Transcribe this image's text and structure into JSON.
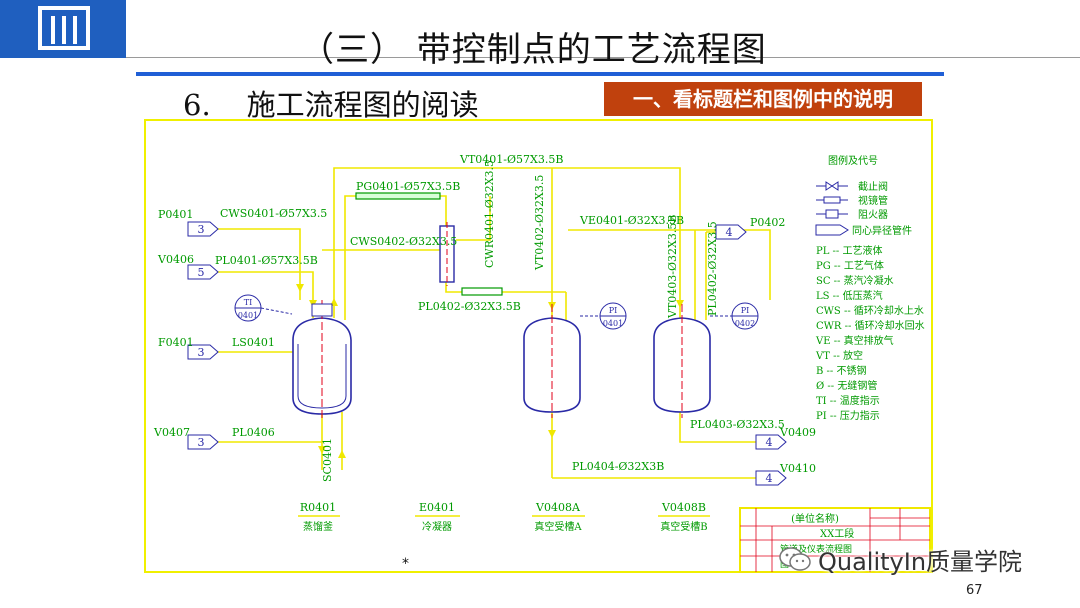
{
  "header": {
    "title": "（三） 带控制点的工艺流程图",
    "section_number": "6.",
    "section_title": "施工流程图的阅读",
    "badge": "一、看标题栏和图例中的说明"
  },
  "diagram": {
    "pipes": {
      "vt0401": "VT0401-Ø57X3.5B",
      "pg0401": "PG0401-Ø57X3.5B",
      "cws0401": "CWS0401-Ø57X3.5",
      "pl0401": "PL0401-Ø57X3.5B",
      "cws0402": "CWS0402-Ø32X3.5",
      "cwr0401": "CWR0401-Ø32X3.5",
      "vt0402": "VT0402-Ø32X3.5",
      "ve0401": "VE0401-Ø32X3.5B",
      "vt0403": "VT0403-Ø32X3.5B",
      "pl0402a": "PL0402-Ø32X3.5",
      "pl0402": "PL0402-Ø32X3.5B",
      "ls0401": "LS0401",
      "pl0406": "PL0406",
      "sc0401": "SC0401",
      "pl0403": "PL0403-Ø32X3.5",
      "pl0404": "PL0404-Ø32X3B"
    },
    "streams": {
      "p0401": "P0401",
      "v0406": "V0406",
      "f0401": "F0401",
      "v0407": "V0407",
      "p0402": "P0402",
      "v0409": "V0409",
      "v0410": "V0410"
    },
    "sheet_refs": [
      "3",
      "5",
      "3",
      "3",
      "4",
      "4",
      "4"
    ],
    "instruments": [
      {
        "top": "TI",
        "bottom": "0401"
      },
      {
        "top": "PI",
        "bottom": "0401"
      },
      {
        "top": "PI",
        "bottom": "0402"
      }
    ],
    "equipment": [
      {
        "tag": "R0401",
        "name": "蒸馏釜"
      },
      {
        "tag": "E0401",
        "name": "冷凝器"
      },
      {
        "tag": "V0408A",
        "name": "真空受槽A"
      },
      {
        "tag": "V0408B",
        "name": "真空受槽B"
      }
    ],
    "legend": {
      "title": "图例及代号",
      "symbols": [
        "截止阀",
        "视镜管",
        "阻火器",
        "同心异径管件"
      ],
      "codes": [
        "PL -- 工艺液体",
        "PG -- 工艺气体",
        "SC -- 蒸汽冷凝水",
        "LS -- 低压蒸汽",
        "CWS -- 循环冷却水上水",
        "CWR -- 循环冷却水回水",
        "VE -- 真空排放气",
        "VT -- 放空",
        "B -- 不锈钢",
        "Ø -- 无缝钢管",
        "TI -- 温度指示",
        "PI -- 压力指示"
      ]
    },
    "title_block": {
      "unit": "(单位名称)",
      "project": "XX工段",
      "rows": [
        "管道及仪表流程图",
        "图号"
      ]
    },
    "colors": {
      "frame": "#f0f000",
      "pipe": "#f0e800",
      "text_green": "#009a00",
      "equipment": "#2a2aa6",
      "centerline": "#e0001a"
    }
  },
  "watermark": "QualityIn质量学院",
  "asterisk": "*",
  "page_number": "67"
}
